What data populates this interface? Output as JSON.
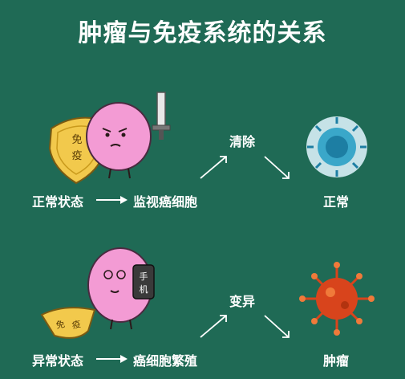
{
  "title": "肿瘤与免疫系统的关系",
  "rows": [
    {
      "start": "正常状态",
      "middle": "监视癌细胞",
      "branch": "清除",
      "result": "正常",
      "shield_text": [
        "免",
        "疫"
      ]
    },
    {
      "start": "异常状态",
      "middle": "癌细胞繁殖",
      "branch": "变异",
      "result": "肿瘤",
      "phone_text": [
        "手",
        "机"
      ],
      "shield_text": [
        "免",
        "疫"
      ]
    }
  ],
  "colors": {
    "background": "#1f6a55",
    "shield": "#f2c94c",
    "character": "#f39bd4",
    "normal_cell": "#3aa7c9",
    "tumor_cell": "#d8441c"
  }
}
